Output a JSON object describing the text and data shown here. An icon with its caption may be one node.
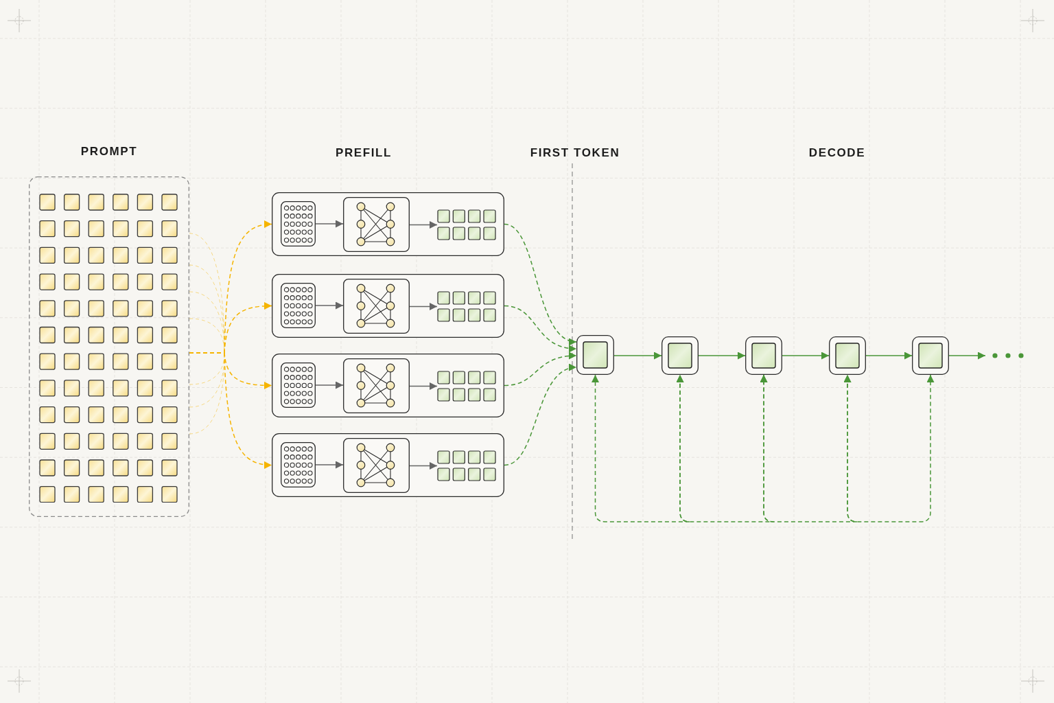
{
  "diagram": {
    "nodes": [
      {
        "text": [
          "PROMPT"
        ]
      },
      {
        "text": [],
        "shape": "box"
      },
      {
        "text": [],
        "shape": "picture",
        "in": 1
      },
      {
        "text": [],
        "shape": "picture",
        "in": 1
      },
      {
        "text": [],
        "shape": "grid",
        "in": 1
      },
      {
        "text": [],
        "shape": "box"
      },
      {
        "text": [],
        "shape": "picture",
        "in": 5
      },
      {
        "text": [],
        "shape": "picture",
        "in": 5
      },
      {
        "text": [],
        "shape": "grid",
        "in": 5
      },
      {
        "text": [],
        "shape": "box"
      },
      {
        "text": [],
        "shape": "picture",
        "in": 9
      },
      {
        "text": [],
        "shape": "picture",
        "in": 9
      },
      {
        "text": [],
        "shape": "grid",
        "in": 9
      },
      {
        "text": [],
        "shape": "box"
      },
      {
        "text": [],
        "shape": "picture",
        "in": 13
      },
      {
        "text": [],
        "shape": "picture",
        "in": 13
      },
      {
        "text": [],
        "shape": "grid",
        "in": 13
      },
      {
        "text": [],
        "shape": "box"
      },
      {
        "text": [],
        "shape": "box"
      },
      {
        "text": [],
        "shape": "box"
      },
      {
        "text": [],
        "shape": "box"
      },
      {
        "text": [],
        "shape": "box"
      }
    ],
    "edges": [
      {
        "from": 0,
        "to": 1,
        "arrow": "to",
        "style": "dashed",
        "color": "#f5b400"
      },
      {
        "from": 0,
        "to": 5,
        "arrow": "to",
        "style": "dashed",
        "color": "#f5b400"
      },
      {
        "from": 0,
        "to": 9,
        "arrow": "to",
        "style": "dashed",
        "color": "#f5b400"
      },
      {
        "from": 0,
        "to": 13,
        "arrow": "to",
        "style": "dashed",
        "color": "#f5b400"
      },
      {
        "from": 2,
        "to": 3,
        "arrow": "to",
        "color": "#666666"
      },
      {
        "from": 3,
        "to": 4,
        "arrow": "to",
        "color": "#666666"
      },
      {
        "from": 6,
        "to": 7,
        "arrow": "to",
        "color": "#666666"
      },
      {
        "from": 7,
        "to": 8,
        "arrow": "to",
        "color": "#666666"
      },
      {
        "from": 10,
        "to": 11,
        "arrow": "to",
        "color": "#666666"
      },
      {
        "from": 11,
        "to": 12,
        "arrow": "to",
        "color": "#666666"
      },
      {
        "from": 14,
        "to": 15,
        "arrow": "to",
        "color": "#666666"
      },
      {
        "from": 15,
        "to": 16,
        "arrow": "to",
        "color": "#666666"
      },
      {
        "from": 1,
        "to": 17,
        "arrow": "to",
        "style": "dashed"
      },
      {
        "from": 5,
        "to": 17,
        "arrow": "to",
        "style": "dashed"
      },
      {
        "from": 9,
        "to": 17,
        "arrow": "to",
        "style": "dashed"
      },
      {
        "from": 13,
        "to": 17,
        "arrow": "to",
        "style": "dashed"
      },
      {
        "from": 17,
        "to": 18,
        "arrow": "to"
      },
      {
        "from": 18,
        "to": 19,
        "arrow": "to"
      },
      {
        "from": 19,
        "to": 20,
        "arrow": "to"
      },
      {
        "from": 20,
        "to": 21,
        "arrow": "to"
      },
      {
        "from": 21,
        "to": null,
        "arrow": "to"
      },
      {
        "from": 17,
        "to": 18,
        "arrow": "both",
        "style": "dashed"
      },
      {
        "from": 18,
        "to": 19,
        "arrow": "both",
        "style": "dashed"
      },
      {
        "from": 19,
        "to": 20,
        "arrow": "both",
        "style": "dashed"
      },
      {
        "from": 20,
        "to": 21,
        "arrow": "both",
        "style": "dashed"
      }
    ],
    "labels": [
      "PREFILL",
      "FIRST TOKEN",
      "DECODE"
    ]
  }
}
